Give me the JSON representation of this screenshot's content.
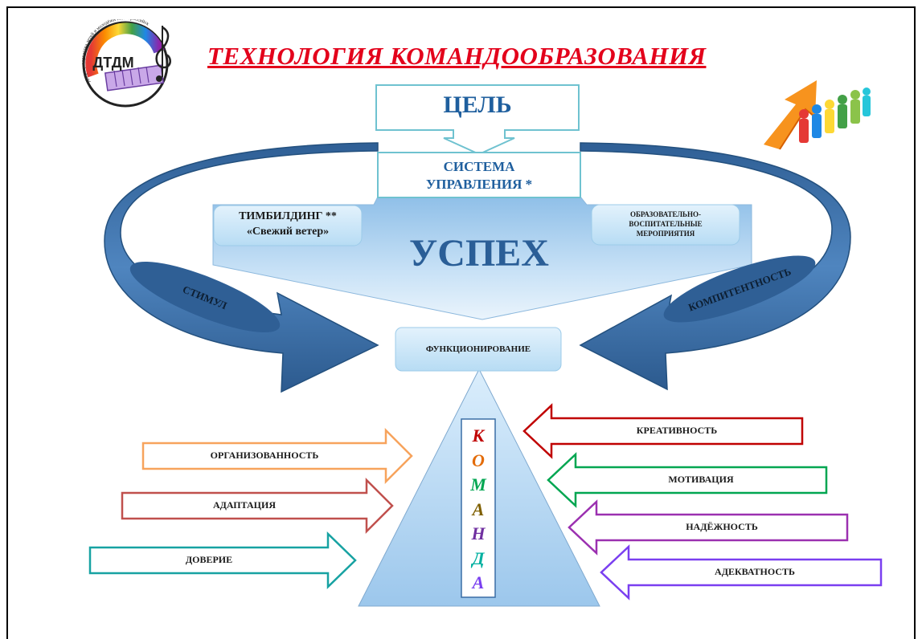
{
  "title": "ТЕХНОЛОГИЯ  КОМАНДООБРАЗОВАНИЯ",
  "logo": {
    "text": "ДТДМ",
    "arc_text": "Дворец творчества детей и молодёжи г.Новороссийск"
  },
  "top": {
    "goal": "ЦЕЛЬ",
    "system_line1": "СИСТЕМА",
    "system_line2": "УПРАВЛЕНИЯ *"
  },
  "side_boxes": {
    "left_line1": "ТИМБИЛДИНГ **",
    "left_line2": "«Свежий ветер»",
    "right_line1": "ОБРАЗОВАТЕЛЬНО-",
    "right_line2": "ВОСПИТАТЕЛЬНЫЕ",
    "right_line3": "МЕРОПРИЯТИЯ"
  },
  "success": "УСПЕХ",
  "ovals": {
    "left": "СТИМУЛ",
    "right": "КОМПИТЕНТНОСТЬ"
  },
  "functioning": "ФУНКЦИОНИРОВАНИЕ",
  "team_letters": [
    {
      "char": "К",
      "color": "#c00000"
    },
    {
      "char": "О",
      "color": "#e36c09"
    },
    {
      "char": "М",
      "color": "#00a651"
    },
    {
      "char": "А",
      "color": "#7f6000"
    },
    {
      "char": "Н",
      "color": "#7030a0"
    },
    {
      "char": "Д",
      "color": "#00b0a0"
    },
    {
      "char": "А",
      "color": "#7a3ff0"
    }
  ],
  "left_arrows": [
    {
      "label": "ОРГАНИЗОВАННОСТЬ",
      "color": "#f7a35c"
    },
    {
      "label": "АДАПТАЦИЯ",
      "color": "#c0504d"
    },
    {
      "label": "ДОВЕРИЕ",
      "color": "#17a2a2"
    }
  ],
  "right_arrows": [
    {
      "label": "КРЕАТИВНОСТЬ",
      "color": "#c00000"
    },
    {
      "label": "МОТИВАЦИЯ",
      "color": "#00a651"
    },
    {
      "label": "НАДЁЖНОСТЬ",
      "color": "#9b30b0"
    },
    {
      "label": "АДЕКВАТНОСТЬ",
      "color": "#7a3ff0"
    }
  ],
  "colors": {
    "title": "#e3001b",
    "blue_dark": "#3a6ea5",
    "blue_box_text": "#1f5f9e",
    "light_blue": "#bfe0f5"
  }
}
